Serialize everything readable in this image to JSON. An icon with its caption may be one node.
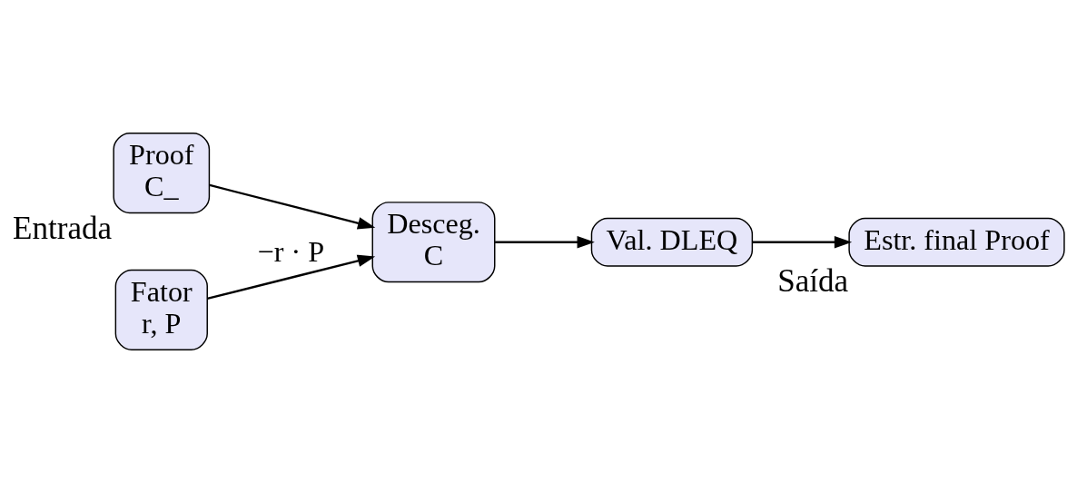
{
  "diagram": {
    "nodes": [
      {
        "text": [
          "Proof",
          "C_"
        ],
        "beside": [
          "Entrada"
        ]
      },
      {
        "text": [
          "Desceg.",
          "C"
        ]
      },
      {
        "text": [
          "Val. DLEQ"
        ]
      },
      {
        "text": [
          "Estr. final Proof"
        ],
        "beside": [
          "Saída"
        ]
      },
      {
        "text": [
          "Fator",
          "r, P"
        ]
      }
    ],
    "edges": [
      {
        "from": 0,
        "to": 1,
        "arrow": "to"
      },
      {
        "from": 1,
        "to": 2,
        "arrow": "to"
      },
      {
        "from": 2,
        "to": 3,
        "arrow": "to"
      },
      {
        "from": 4,
        "to": 1,
        "arrow": "to",
        "label": "−r · P"
      }
    ]
  }
}
